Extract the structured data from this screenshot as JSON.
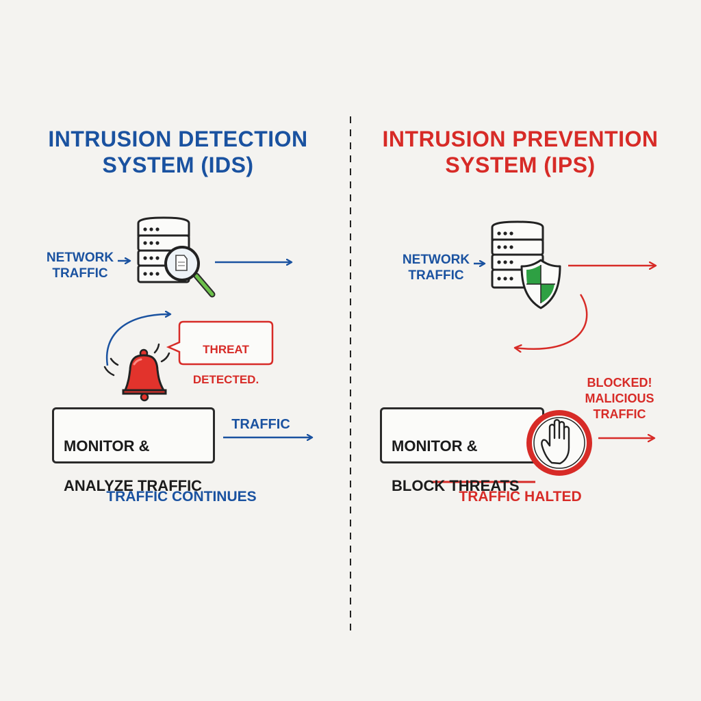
{
  "colors": {
    "ids_accent": "#1a52a0",
    "ips_accent": "#d72b27",
    "shield_green": "#2ea043",
    "background": "#f4f3f0"
  },
  "ids": {
    "title_line1": "INTRUSION DETECTION",
    "title_line2": "SYSTEM (IDS)",
    "input_label_line1": "NETWORK",
    "input_label_line2": "TRAFFIC",
    "alert_line1": "THREAT",
    "alert_line2": "DETECTED.",
    "box_line1": "MONITOR &",
    "box_line2": "ANALYZE TRAFFIC",
    "output_label": "TRAFFIC",
    "caption": "TRAFFIC CONTINUES",
    "icons": [
      "server-icon",
      "magnifier-icon",
      "alarm-bell-icon"
    ]
  },
  "ips": {
    "title_line1": "INTRUSION PREVENTION",
    "title_line2": "SYSTEM (IPS)",
    "input_label_line1": "NETWORK",
    "input_label_line2": "TRAFFIC",
    "blocked_line1": "BLOCKED!",
    "blocked_line2": "MALICIOUS",
    "blocked_line3": "TRAFFIC",
    "box_line1": "MONITOR &",
    "box_line2": "BLOCK THREATS",
    "caption": "TRAFFIC HALTED",
    "icons": [
      "server-icon",
      "shield-icon",
      "stop-hand-icon"
    ]
  }
}
